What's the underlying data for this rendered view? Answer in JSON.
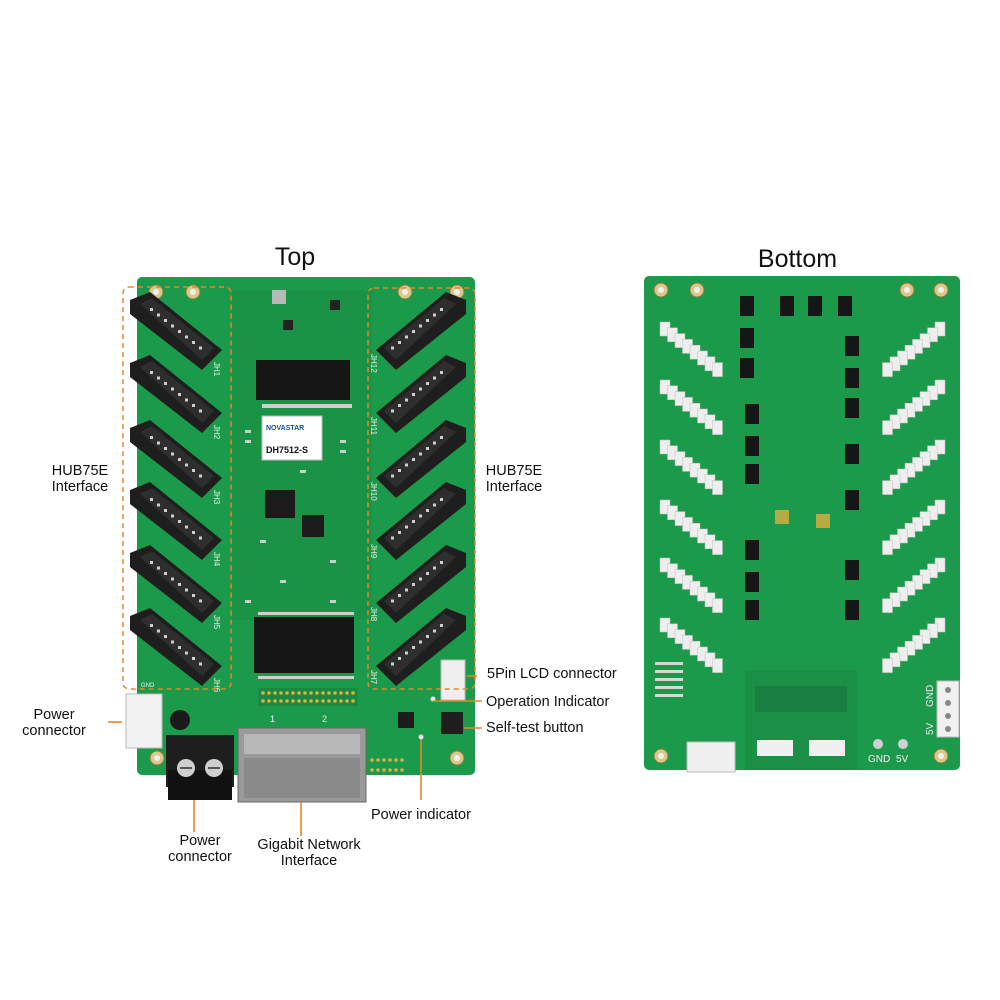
{
  "titles": {
    "top": "Top",
    "bottom": "Bottom"
  },
  "labels": {
    "hub_left_1": "HUB75E",
    "hub_left_2": "Interface",
    "hub_right_1": "HUB75E",
    "hub_right_2": "Interface",
    "lcd": "5Pin LCD connector",
    "operation": "Operation Indicator",
    "selftest": "Self-test button",
    "power_indicator": "Power indicator",
    "power_conn_side_1": "Power",
    "power_conn_side_2": "connector",
    "power_conn_bottom_1": "Power",
    "power_conn_bottom_2": "connector",
    "gigabit_1": "Gigabit Network",
    "gigabit_2": "Interface"
  },
  "board": {
    "brand": "NOVASTAR",
    "model": "DH7512-S",
    "left_headers": [
      "JH1",
      "JH2",
      "JH3",
      "JH4",
      "JH5",
      "JH6"
    ],
    "right_headers": [
      "JH12",
      "JH11",
      "JH10",
      "JH9",
      "JH8",
      "JH7"
    ],
    "rj45_ports": [
      "1",
      "2"
    ],
    "bottom_terminal": [
      "GND",
      "5V"
    ],
    "bottom_side_terminal": [
      "5V",
      "GND"
    ],
    "gnd_mark": "GND"
  },
  "colors": {
    "pcb": "#1c9a4b",
    "pcb_dark": "#127a36",
    "callout": "#e8862a",
    "connector": "#1e1e1e"
  }
}
